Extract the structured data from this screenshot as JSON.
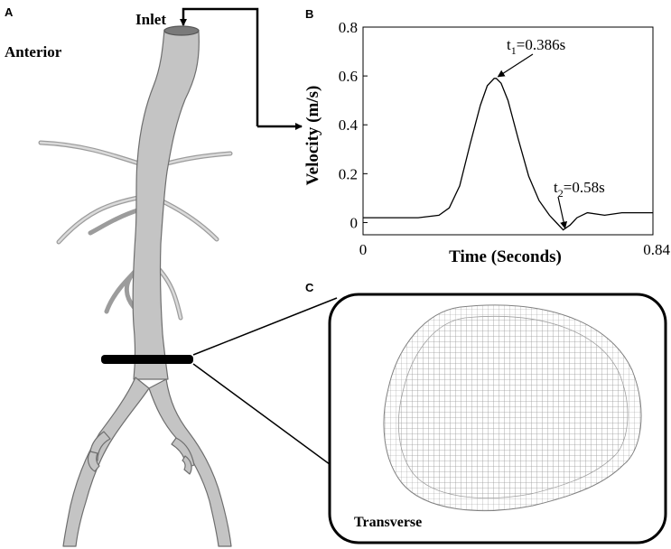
{
  "panel_a": {
    "letter": "A",
    "orientation_label": "Anterior",
    "inlet_label": "Inlet"
  },
  "panel_b": {
    "letter": "B"
  },
  "panel_c": {
    "letter": "C",
    "view_label": "Transverse"
  },
  "colors": {
    "vessel_fill": "#c4c4c4",
    "vessel_stroke": "#6e6e6e",
    "mesh_line": "#9a9a9a",
    "ink": "#000000"
  },
  "chart_data": {
    "type": "line",
    "xlabel": "Time (Seconds)",
    "ylabel": "Velocity (m/s)",
    "xlim": [
      0,
      0.84
    ],
    "ylim": [
      -0.05,
      0.8
    ],
    "x_ticks": [
      "0",
      "0.84"
    ],
    "y_ticks": [
      "0",
      "0.2",
      "0.4",
      "0.6",
      "0.8"
    ],
    "series": [
      {
        "x": [
          0,
          0.08,
          0.16,
          0.22,
          0.25,
          0.28,
          0.31,
          0.34,
          0.36,
          0.38,
          0.386,
          0.4,
          0.42,
          0.45,
          0.48,
          0.51,
          0.54,
          0.56,
          0.58,
          0.6,
          0.62,
          0.65,
          0.7,
          0.75,
          0.8,
          0.84
        ],
        "y": [
          0.02,
          0.02,
          0.02,
          0.03,
          0.06,
          0.15,
          0.32,
          0.48,
          0.56,
          0.59,
          0.59,
          0.57,
          0.5,
          0.34,
          0.19,
          0.09,
          0.03,
          0.0,
          -0.03,
          -0.01,
          0.02,
          0.04,
          0.03,
          0.04,
          0.04,
          0.04
        ]
      }
    ],
    "annotations": [
      {
        "label_main": "t",
        "label_sub": "1",
        "label_value": "=0.386s",
        "x": 0.386,
        "y": 0.59
      },
      {
        "label_main": "t",
        "label_sub": "2",
        "label_value": "=0.58s",
        "x": 0.58,
        "y": -0.03
      }
    ]
  }
}
